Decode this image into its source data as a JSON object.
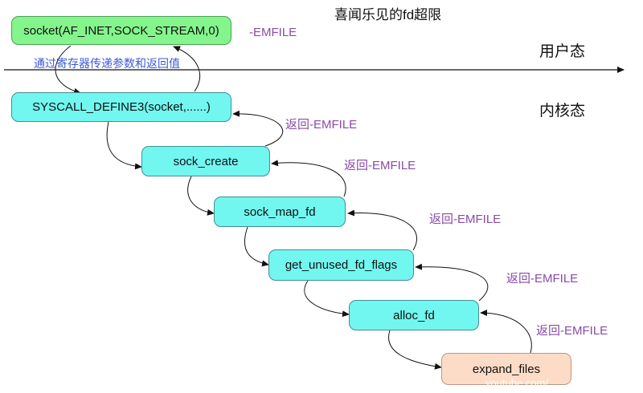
{
  "title": "喜闻乐见的fd超限",
  "zones": {
    "user": "用户态",
    "kernel": "内核态"
  },
  "pass_note": "通过寄存器传递参数和返回值",
  "nodes": {
    "socket_call": "socket(AF_INET,SOCK_STREAM,0)",
    "syscall_define": "SYSCALL_DEFINE3(socket,......)",
    "sock_create": "sock_create",
    "sock_map_fd": "sock_map_fd",
    "get_unused_fd_flags": "get_unused_fd_flags",
    "alloc_fd": "alloc_fd",
    "expand_files": "expand_files"
  },
  "returns": {
    "user": "-EMFILE",
    "r1": "返回-EMFILE",
    "r2": "返回-EMFILE",
    "r3": "返回-EMFILE",
    "r4": "返回-EMFILE",
    "r5": "返回-EMFILE"
  },
  "watermark": "youtube.com/...",
  "colors": {
    "user_node": "#84f58c",
    "kernel_node": "#72f6f0",
    "leaf_node": "#fcdcc6",
    "return_label": "#8a4aa8",
    "note_label": "#3a5bd6"
  }
}
